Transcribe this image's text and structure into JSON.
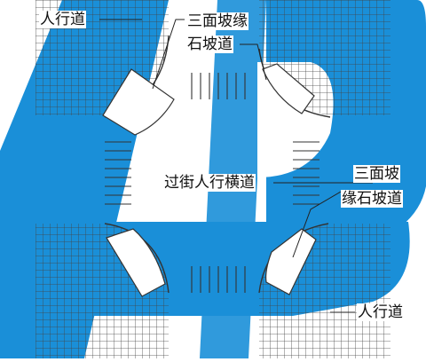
{
  "labels": {
    "sidewalk_top_left": "人行道",
    "ramp_top_line1": "三面坡缘",
    "ramp_top_line2": "石坡道",
    "crosswalk": "过街人行横道",
    "ramp_right_line1": "三面坡",
    "ramp_right_line2": "缘石坡道",
    "sidewalk_bottom_right": "人行道"
  },
  "colors": {
    "watermark_blue": "#1a8fd8",
    "line": "#333333",
    "background": "#ffffff"
  }
}
